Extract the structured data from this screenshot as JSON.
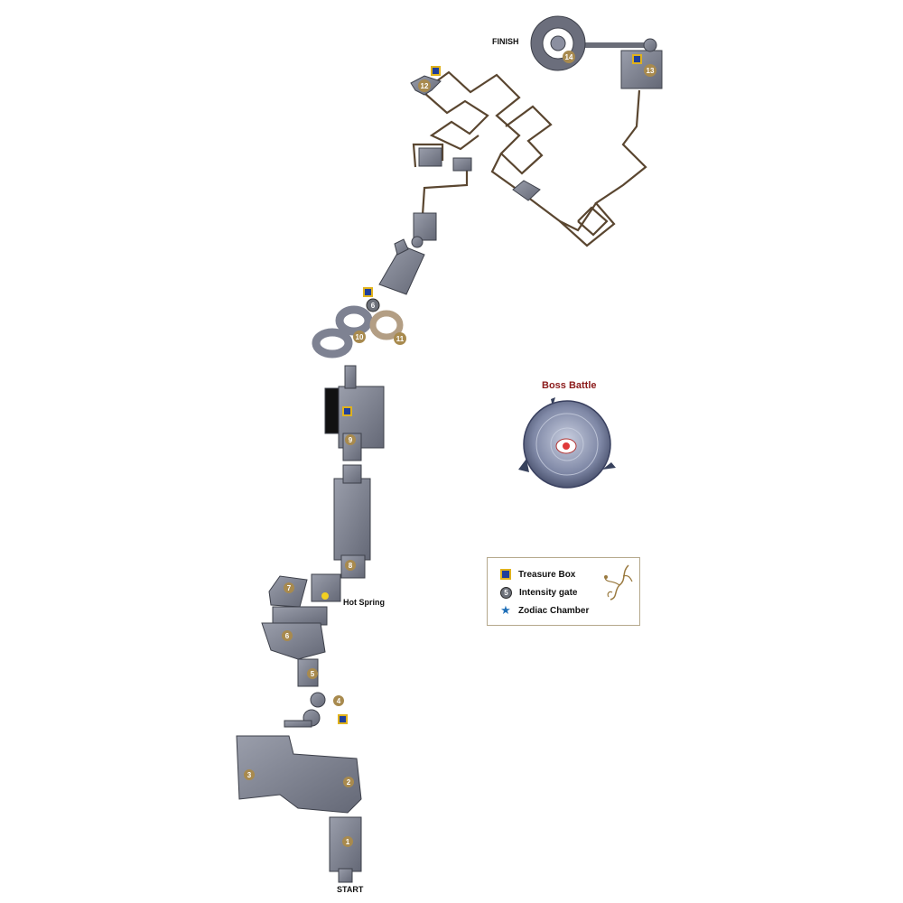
{
  "labels": {
    "finish": "FINISH",
    "start": "START",
    "hot_spring": "Hot Spring",
    "boss_battle": "Boss Battle"
  },
  "legend": {
    "treasure_box": "Treasure Box",
    "intensity_gate": "Intensity gate",
    "intensity_gate_symbol": "5",
    "zodiac_chamber": "Zodiac Chamber",
    "zodiac_symbol": "★"
  },
  "markers": [
    "1",
    "2",
    "3",
    "4",
    "5",
    "6",
    "7",
    "8",
    "9",
    "6",
    "10",
    "11",
    "12",
    "13",
    "14"
  ],
  "colors": {
    "room": "#7d8190",
    "room_dark": "#5c606d",
    "path": "#5a4630",
    "marker": "#a88a4e",
    "treasure_fill": "#1f3f9a",
    "treasure_border": "#e0b21c",
    "boss_label": "#8b1a1a",
    "legend_border": "#b5a88c"
  }
}
